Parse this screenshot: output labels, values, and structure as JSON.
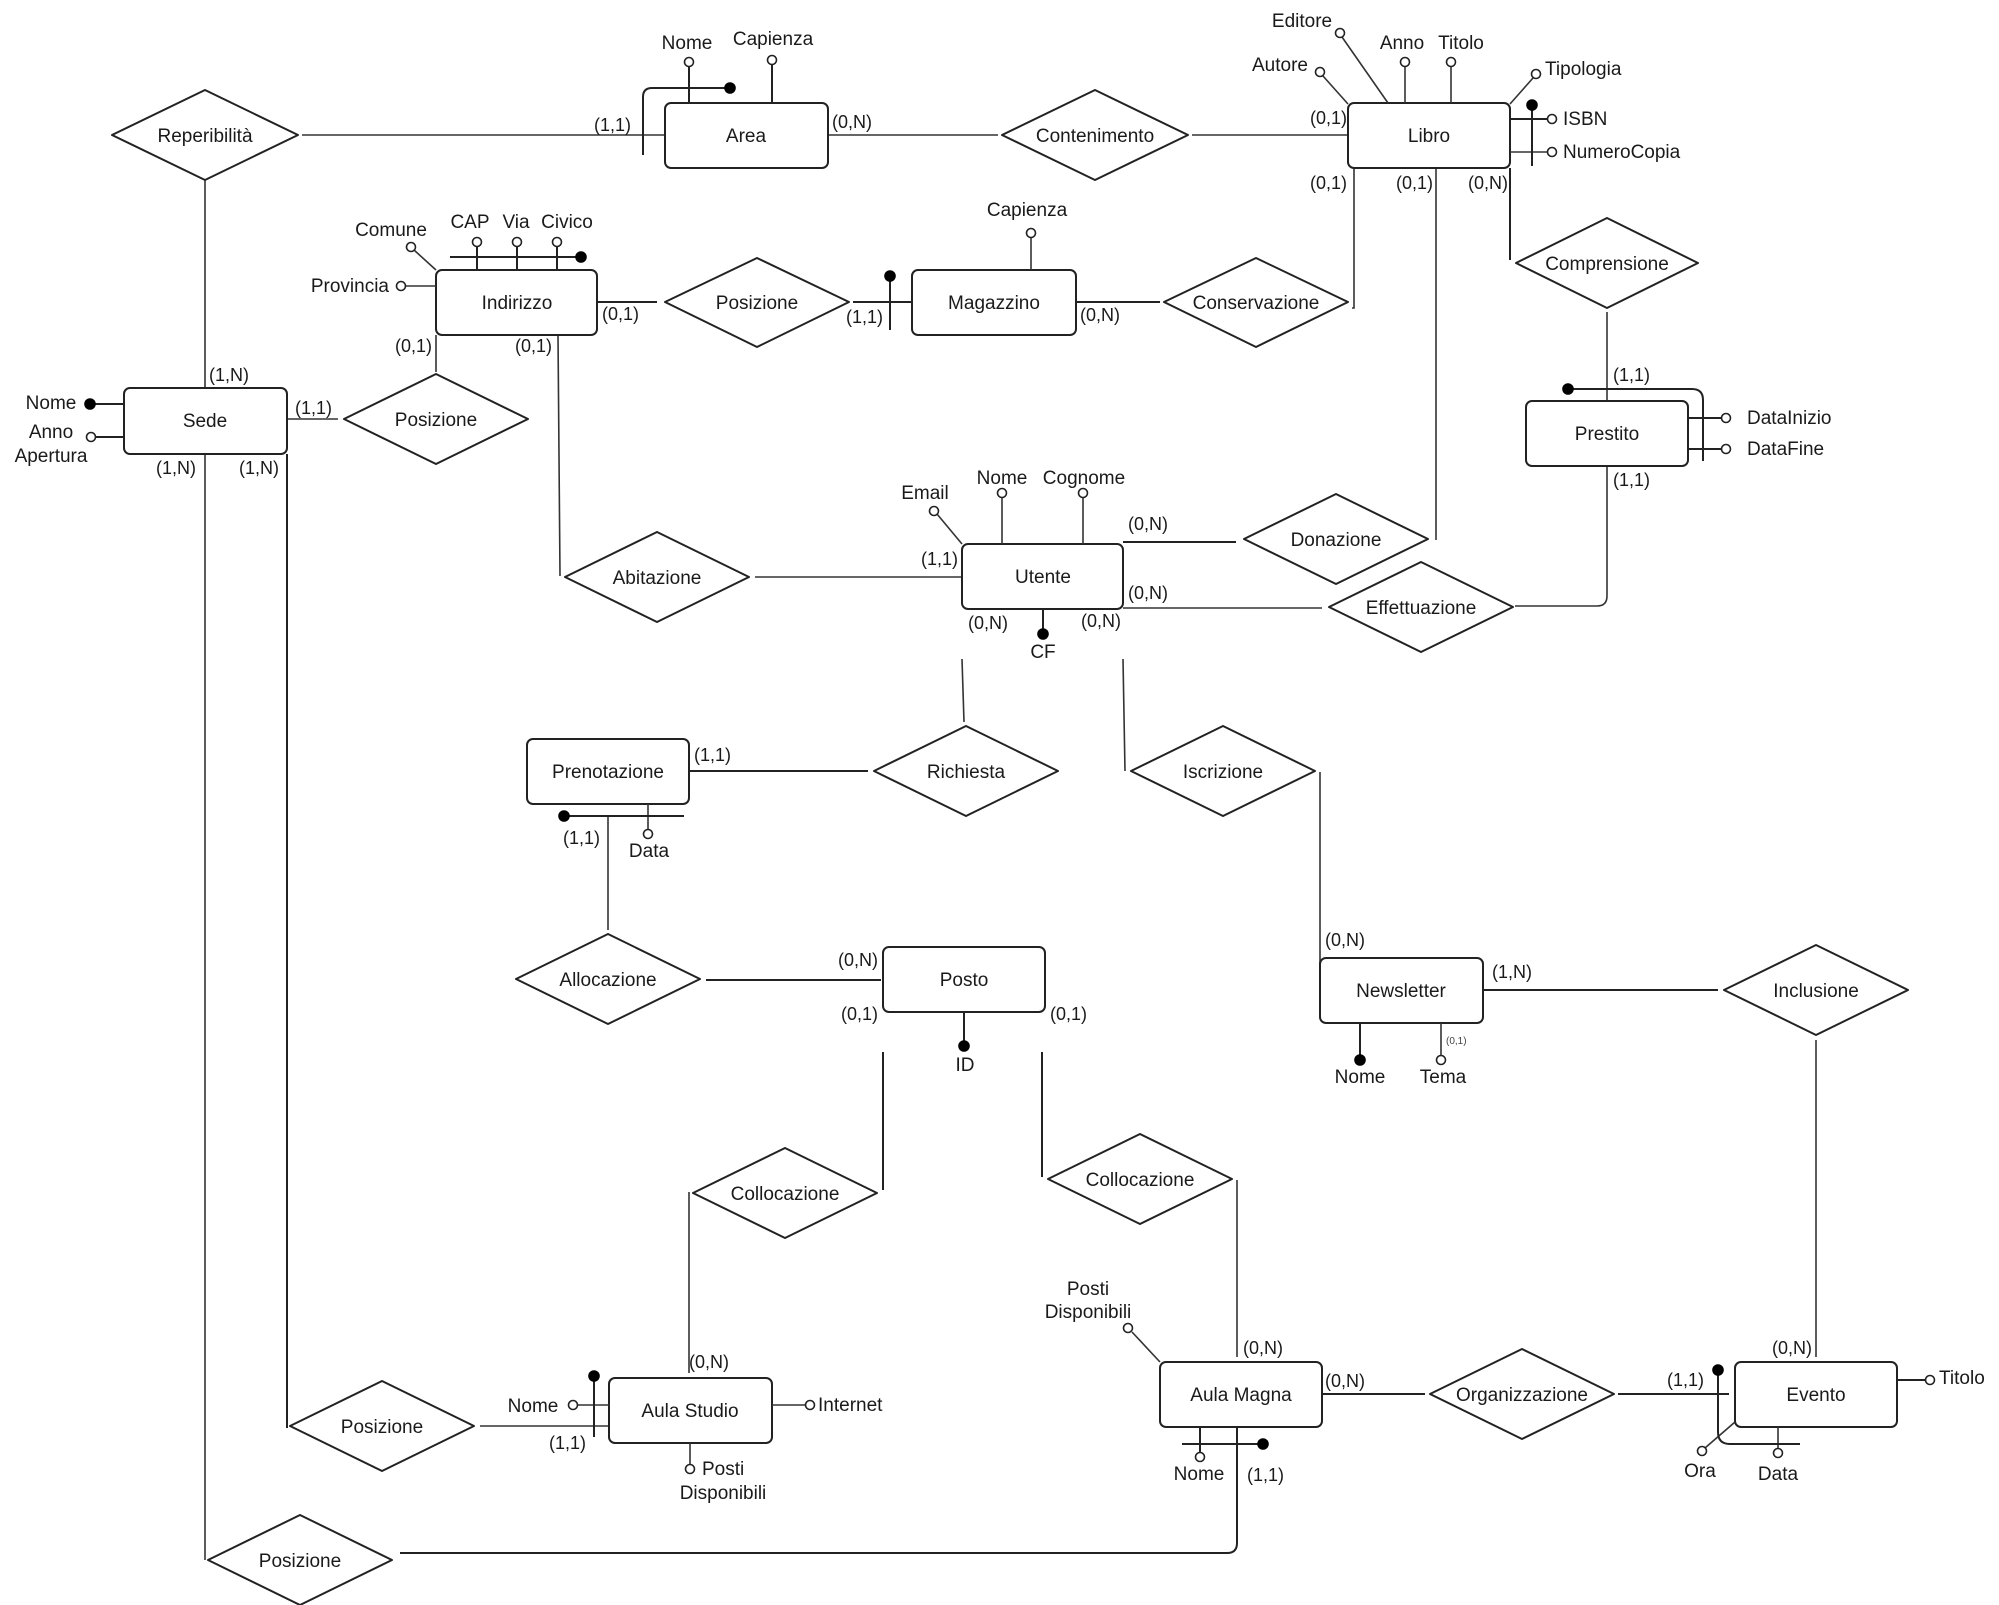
{
  "diagram": {
    "type": "er-diagram",
    "entities": {
      "area": "Area",
      "libro": "Libro",
      "sede": "Sede",
      "indirizzo": "Indirizzo",
      "magazzino": "Magazzino",
      "prestito": "Prestito",
      "utente": "Utente",
      "prenotazione": "Prenotazione",
      "posto": "Posto",
      "newsletter": "Newsletter",
      "aula_studio": "Aula Studio",
      "aula_magna": "Aula Magna",
      "evento": "Evento"
    },
    "relationships": {
      "reperibilita": "Reperibilità",
      "contenimento": "Contenimento",
      "posizione_indirizzo_magazzino": "Posizione",
      "conservazione": "Conservazione",
      "comprensione": "Comprensione",
      "posizione_sede_indirizzo": "Posizione",
      "abitazione": "Abitazione",
      "donazione": "Donazione",
      "effettuazione": "Effettuazione",
      "richiesta": "Richiesta",
      "iscrizione": "Iscrizione",
      "allocazione": "Allocazione",
      "inclusione": "Inclusione",
      "collocazione_studio": "Collocazione",
      "collocazione_magna": "Collocazione",
      "posizione_sede_aula_studio": "Posizione",
      "organizzazione": "Organizzazione",
      "posizione_sede_aula_magna": "Posizione"
    },
    "attributes": {
      "area_nome": "Nome",
      "area_capienza": "Capienza",
      "libro_editore": "Editore",
      "libro_autore": "Autore",
      "libro_anno": "Anno",
      "libro_titolo": "Titolo",
      "libro_tipologia": "Tipologia",
      "libro_isbn": "ISBN",
      "libro_numero_copia": "NumeroCopia",
      "indirizzo_comune": "Comune",
      "indirizzo_provincia": "Provincia",
      "indirizzo_cap": "CAP",
      "indirizzo_via": "Via",
      "indirizzo_civico": "Civico",
      "magazzino_capienza": "Capienza",
      "sede_nome": "Nome",
      "sede_anno_1": "Anno",
      "sede_anno_2": "Apertura",
      "prestito_data_inizio": "DataInizio",
      "prestito_data_fine": "DataFine",
      "utente_email": "Email",
      "utente_nome": "Nome",
      "utente_cognome": "Cognome",
      "utente_cf": "CF",
      "prenotazione_data": "Data",
      "posto_id": "ID",
      "newsletter_nome": "Nome",
      "newsletter_tema": "Tema",
      "newsletter_tema_card": "(0,1)",
      "aula_studio_nome": "Nome",
      "aula_studio_internet": "Internet",
      "aula_studio_posti_1": "Posti",
      "aula_studio_posti_2": "Disponibili",
      "aula_magna_posti_1": "Posti",
      "aula_magna_posti_2": "Disponibili",
      "aula_magna_nome": "Nome",
      "evento_titolo": "Titolo",
      "evento_ora": "Ora",
      "evento_data": "Data"
    },
    "cardinalities": {
      "area_reperibilita": "(1,1)",
      "area_contenimento": "(0,N)",
      "libro_contenimento": "(0,1)",
      "libro_conservazione": "(0,1)",
      "libro_donazione": "(0,1)",
      "libro_comprensione": "(0,N)",
      "indirizzo_posizione_magazzino": "(0,1)",
      "indirizzo_posizione_sede": "(0,1)",
      "indirizzo_abitazione": "(0,1)",
      "magazzino_posizione": "(1,1)",
      "magazzino_conservazione": "(0,N)",
      "sede_reperibilita": "(1,N)",
      "sede_posizione_indirizzo": "(1,1)",
      "sede_posizione_aula_magna": "(1,N)",
      "sede_posizione_aula_studio": "(1,N)",
      "prestito_comprensione": "(1,1)",
      "prestito_effettuazione": "(1,1)",
      "utente_abitazione": "(1,1)",
      "utente_donazione": "(0,N)",
      "utente_effettuazione": "(0,N)",
      "utente_richiesta": "(0,N)",
      "utente_iscrizione": "(0,N)",
      "prenotazione_richiesta": "(1,1)",
      "prenotazione_allocazione": "(1,1)",
      "posto_allocazione": "(0,N)",
      "posto_collocazione_studio": "(0,1)",
      "posto_collocazione_magna": "(0,1)",
      "newsletter_iscrizione": "(0,N)",
      "newsletter_inclusione": "(1,N)",
      "aula_studio_collocazione": "(0,N)",
      "aula_studio_posizione": "(1,1)",
      "aula_magna_collocazione": "(0,N)",
      "aula_magna_organizzazione": "(0,N)",
      "aula_magna_posizione": "(1,1)",
      "evento_organizzazione": "(1,1)",
      "evento_inclusione": "(0,N)"
    }
  }
}
